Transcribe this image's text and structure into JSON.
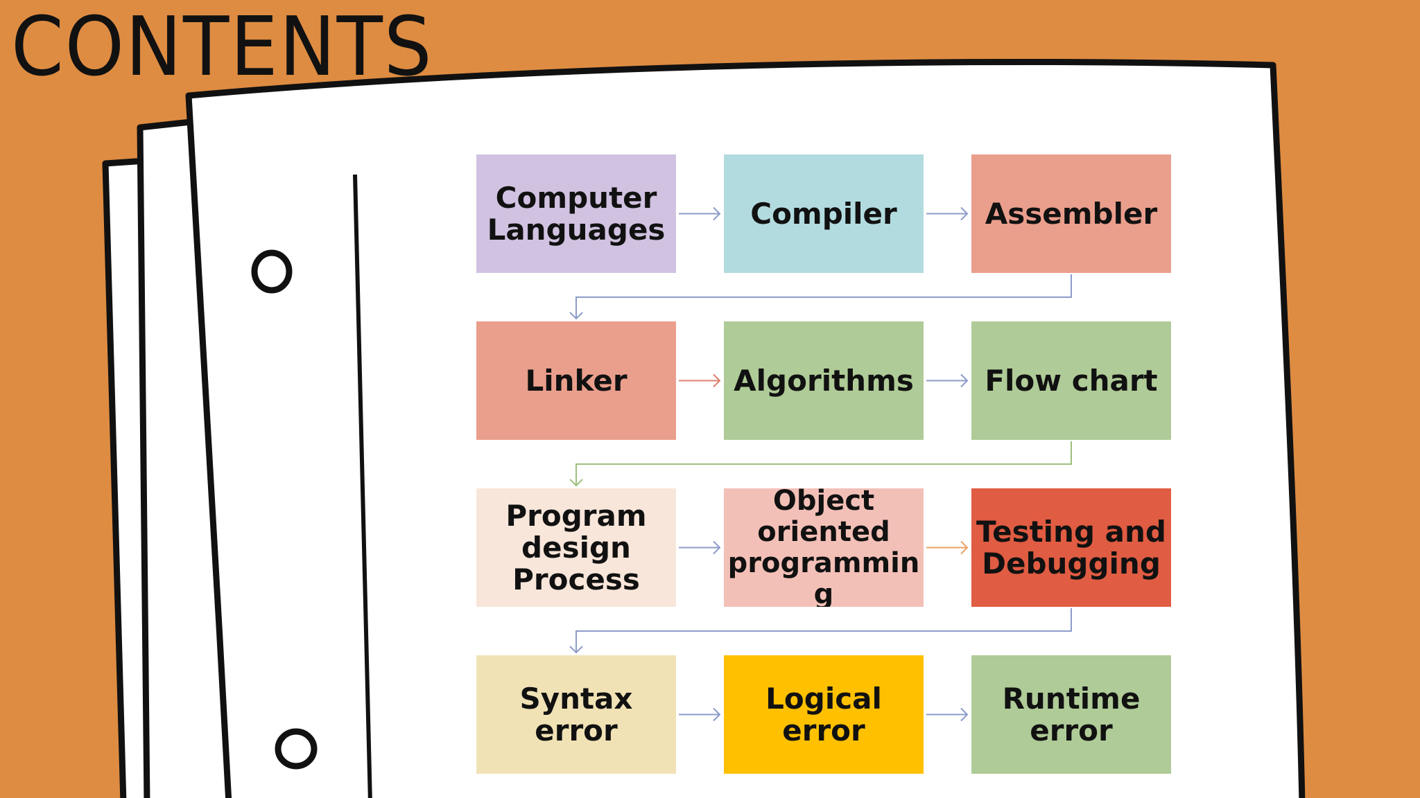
{
  "title": "CONTENTS",
  "colors": {
    "background": "#DE8C42",
    "paper": "#FFFFFF",
    "outline": "#111111",
    "arrow_blue": "#8C9BC9",
    "arrow_red": "#E07F6E",
    "arrow_green": "#9DBF7E",
    "arrow_orange": "#E8A265"
  },
  "nodes": [
    {
      "id": "computer-languages",
      "label": "Computer Languages",
      "color": "#D0C2E0"
    },
    {
      "id": "compiler",
      "label": "Compiler",
      "color": "#B2DBDF"
    },
    {
      "id": "assembler",
      "label": "Assembler",
      "color": "#EA9E8C"
    },
    {
      "id": "linker",
      "label": "Linker",
      "color": "#EA9E8C"
    },
    {
      "id": "algorithms",
      "label": "Algorithms",
      "color": "#AFCB97"
    },
    {
      "id": "flow-chart",
      "label": "Flow chart",
      "color": "#AFCB97"
    },
    {
      "id": "program-design-process",
      "label": "Program design Process",
      "color": "#F8E6DA"
    },
    {
      "id": "object-oriented-programming",
      "label": "Object oriented programming",
      "color": "#F3C0B7"
    },
    {
      "id": "testing-and-debugging",
      "label": "Testing and Debugging",
      "color": "#E05C42"
    },
    {
      "id": "syntax-error",
      "label": "Syntax error",
      "color": "#F1E2B6"
    },
    {
      "id": "logical-error",
      "label": "Logical error",
      "color": "#FFC000"
    },
    {
      "id": "runtime-error",
      "label": "Runtime error",
      "color": "#AFCB97"
    }
  ],
  "edges": [
    {
      "from": "computer-languages",
      "to": "compiler",
      "color": "#8C9BC9"
    },
    {
      "from": "compiler",
      "to": "assembler",
      "color": "#8C9BC9"
    },
    {
      "from": "assembler",
      "to": "linker",
      "color": "#8C9BC9"
    },
    {
      "from": "linker",
      "to": "algorithms",
      "color": "#E07F6E"
    },
    {
      "from": "algorithms",
      "to": "flow-chart",
      "color": "#8C9BC9"
    },
    {
      "from": "flow-chart",
      "to": "program-design-process",
      "color": "#9DBF7E"
    },
    {
      "from": "program-design-process",
      "to": "object-oriented-programming",
      "color": "#8C9BC9"
    },
    {
      "from": "object-oriented-programming",
      "to": "testing-and-debugging",
      "color": "#E8A265"
    },
    {
      "from": "testing-and-debugging",
      "to": "syntax-error",
      "color": "#8C9BC9"
    },
    {
      "from": "syntax-error",
      "to": "logical-error",
      "color": "#8C9BC9"
    },
    {
      "from": "logical-error",
      "to": "runtime-error",
      "color": "#8C9BC9"
    }
  ]
}
